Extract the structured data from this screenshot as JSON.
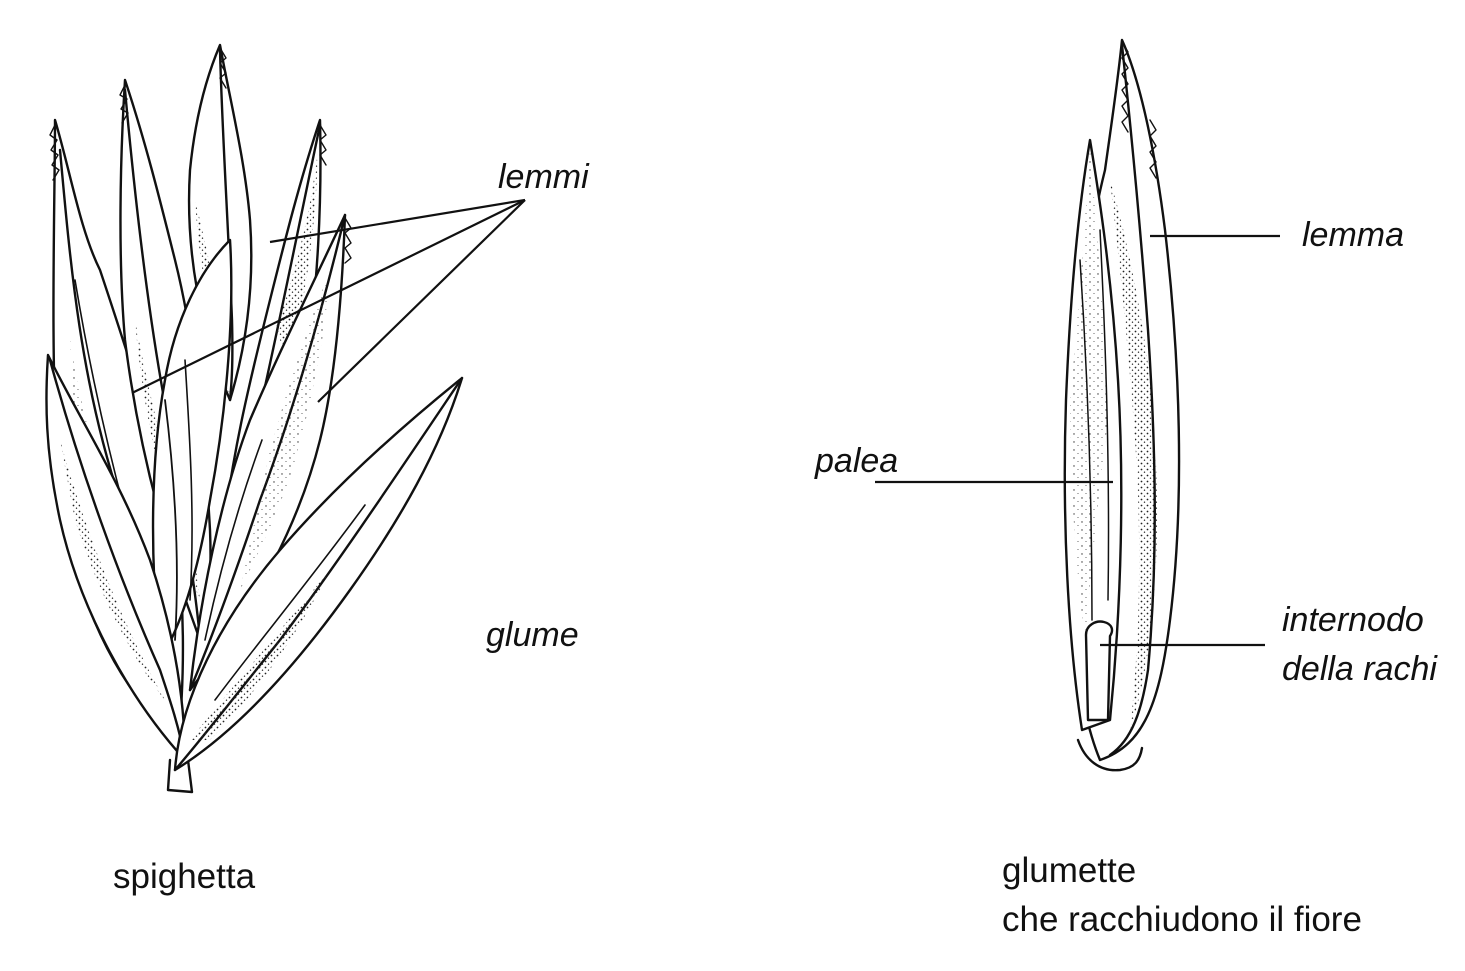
{
  "left_figure": {
    "caption": "spighetta",
    "labels": {
      "lemmi": "lemmi",
      "glume": "glume"
    }
  },
  "right_figure": {
    "caption_line1": "glumette",
    "caption_line2": "che racchiudono il fiore",
    "labels": {
      "lemma": "lemma",
      "palea": "palea",
      "internodo_line1": "internodo",
      "internodo_line2": "della rachi"
    }
  },
  "colors": {
    "ink": "#111111",
    "background": "#ffffff"
  }
}
